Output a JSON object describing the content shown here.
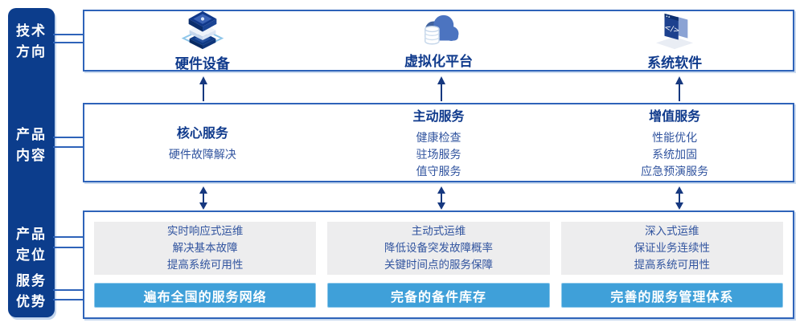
{
  "colors": {
    "navy_bar": "#0c3d8c",
    "box_border": "#2e63b9",
    "heading_text": "#0f3a8c",
    "body_text": "#31549f",
    "banner_blue": "#3fa0d9",
    "gray_panel": "#ededee",
    "arrow": "#16387f"
  },
  "sidebar": {
    "items": [
      {
        "line1": "技术",
        "line2": "方向"
      },
      {
        "line1": "产品",
        "line2": "内容"
      },
      {
        "line1": "产品",
        "line2": "定位"
      },
      {
        "line1": "服务",
        "line2": "优势"
      }
    ]
  },
  "tech_row": {
    "items": [
      {
        "label": "硬件设备",
        "icon": "server-stack-icon"
      },
      {
        "label": "虚拟化平台",
        "icon": "cloud-database-icon"
      },
      {
        "label": "系统软件",
        "icon": "code-window-icon"
      }
    ]
  },
  "content_row": {
    "columns": [
      {
        "heading": "核心服务",
        "items": [
          "硬件故障解决"
        ]
      },
      {
        "heading": "主动服务",
        "items": [
          "健康检查",
          "驻场服务",
          "值守服务"
        ]
      },
      {
        "heading": "增值服务",
        "items": [
          "性能优化",
          "系统加固",
          "应急预演服务"
        ]
      }
    ]
  },
  "positioning_row": {
    "columns": [
      {
        "lines": [
          "实时响应式运维",
          "解决基本故障",
          "提高系统可用性"
        ],
        "banner": "遍布全国的服务网络"
      },
      {
        "lines": [
          "主动式运维",
          "降低设备突发故障概率",
          "关键时间点的服务保障"
        ],
        "banner": "完备的备件库存"
      },
      {
        "lines": [
          "深入式运维",
          "保证业务连续性",
          "提高系统可用性"
        ],
        "banner": "完善的服务管理体系"
      }
    ]
  }
}
